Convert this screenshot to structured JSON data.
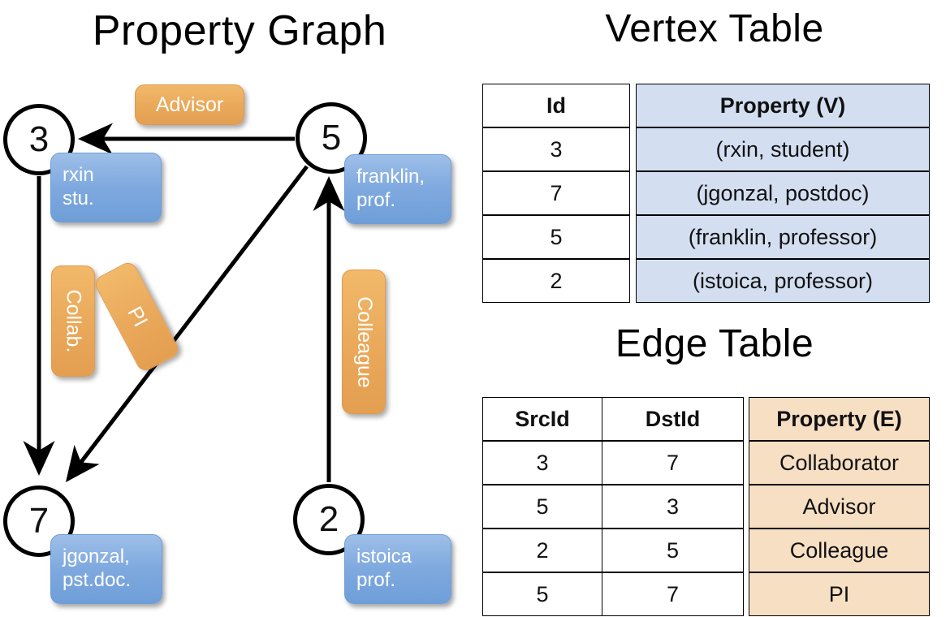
{
  "titles": {
    "property_graph": "Property Graph",
    "vertex_table": "Vertex Table",
    "edge_table": "Edge Table"
  },
  "colors": {
    "vertex_property_fill": "#d3dff1",
    "edge_property_fill": "#f7dfc4",
    "vertex_box_fill": "#7ea9df",
    "edge_label_fill": "#e9a85a",
    "stroke": "#000000",
    "background": "#ffffff"
  },
  "graph": {
    "nodes": [
      {
        "id": "3",
        "property_label": "rxin\nstu.",
        "property_line1": "rxin",
        "property_line2": "stu."
      },
      {
        "id": "5",
        "property_label": "franklin,\nprof.",
        "property_line1": "franklin,",
        "property_line2": "prof."
      },
      {
        "id": "7",
        "property_label": "jgonzal,\npst.doc.",
        "property_line1": "jgonzal,",
        "property_line2": "pst.doc."
      },
      {
        "id": "2",
        "property_label": "istoica\nprof.",
        "property_line1": "istoica",
        "property_line2": "prof."
      }
    ],
    "edge_labels": [
      {
        "name": "advisor",
        "text": "Advisor",
        "orientation": "horizontal"
      },
      {
        "name": "collab",
        "text": "Collab.",
        "orientation": "vertical"
      },
      {
        "name": "pi",
        "text": "PI",
        "orientation": "rotated"
      },
      {
        "name": "colleague",
        "text": "Colleague",
        "orientation": "vertical"
      }
    ],
    "edges": [
      {
        "src": "5",
        "dst": "3",
        "label": "Advisor"
      },
      {
        "src": "3",
        "dst": "7",
        "label": "Collab."
      },
      {
        "src": "5",
        "dst": "7",
        "label": "PI"
      },
      {
        "src": "2",
        "dst": "5",
        "label": "Colleague"
      }
    ]
  },
  "vertex_table": {
    "columns": [
      "Id",
      "Property (V)"
    ],
    "rows": [
      {
        "id": "3",
        "property": "(rxin, student)"
      },
      {
        "id": "7",
        "property": "(jgonzal, postdoc)"
      },
      {
        "id": "5",
        "property": "(franklin, professor)"
      },
      {
        "id": "2",
        "property": "(istoica, professor)"
      }
    ]
  },
  "edge_table": {
    "columns": [
      "SrcId",
      "DstId",
      "Property (E)"
    ],
    "rows": [
      {
        "src": "3",
        "dst": "7",
        "property": "Collaborator"
      },
      {
        "src": "5",
        "dst": "3",
        "property": "Advisor"
      },
      {
        "src": "2",
        "dst": "5",
        "property": "Colleague"
      },
      {
        "src": "5",
        "dst": "7",
        "property": "PI"
      }
    ]
  }
}
